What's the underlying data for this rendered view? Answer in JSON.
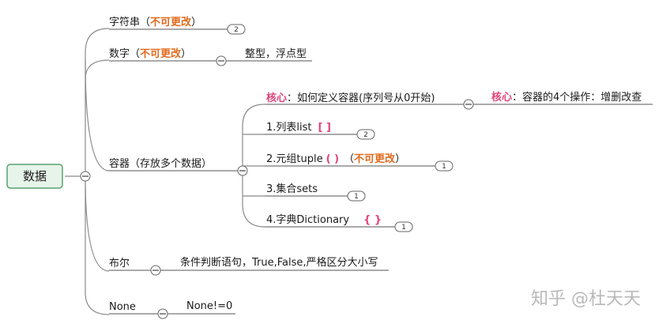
{
  "root": {
    "label": "数据"
  },
  "branches": {
    "string": {
      "label": "字符串（",
      "tag": "不可更改",
      "suffix": "）",
      "count": "2"
    },
    "number": {
      "label": "数字（",
      "tag": "不可更改",
      "suffix": "）",
      "child": "整型，浮点型"
    },
    "container": {
      "label": "容器（存放多个数据）",
      "core": {
        "key": "核心",
        "text": "：如何定义容器(序列号从0开始)"
      },
      "core_child": {
        "key": "核心",
        "text": "：容器的4个操作：增删改查"
      },
      "list": {
        "label": "1.列表list",
        "bracket": "[ ]",
        "count": "2"
      },
      "tuple": {
        "label": "2.元组tuple",
        "bracket": "( )",
        "open": "（",
        "tag": "不可更改",
        "close": "）",
        "count": "1"
      },
      "sets": {
        "label": "3.集合sets",
        "count": "1"
      },
      "dict": {
        "label": "4.字典Dictionary",
        "bracket": "{ }",
        "count": "1"
      }
    },
    "bool": {
      "label": "布尔",
      "child": "条件判断语句，True,False,严格区分大小写"
    },
    "none": {
      "label": "None",
      "child": "None!=0"
    }
  },
  "watermark": "知乎 @杜天天"
}
